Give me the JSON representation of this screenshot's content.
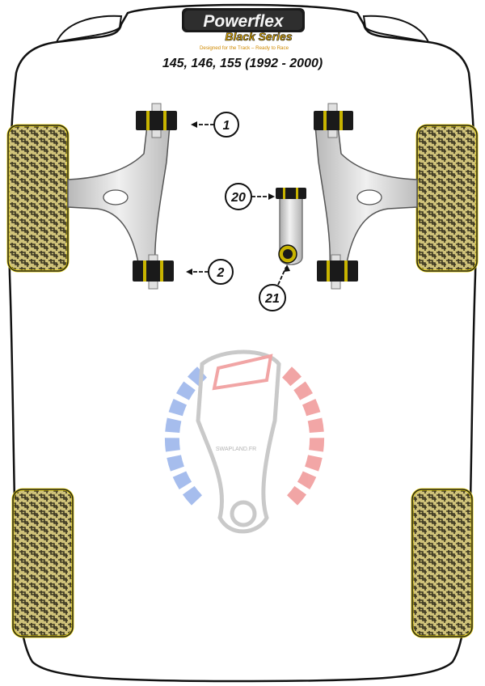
{
  "header": {
    "brand": "Powerflex",
    "series": "Black Series",
    "tagline": "Designed for the Track – Ready to Race",
    "models": "145, 146, 155 (1992 - 2000)"
  },
  "callouts": [
    {
      "id": "callout-1",
      "number": "1"
    },
    {
      "id": "callout-2",
      "number": "2"
    },
    {
      "id": "callout-20",
      "number": "20"
    },
    {
      "id": "callout-21",
      "number": "21"
    }
  ],
  "watermark": {
    "text": "SWAPLAND.FR",
    "colors": {
      "blue": "#3b6fd8",
      "red": "#e23a3a",
      "grey": "#8a8a8a"
    }
  },
  "colors": {
    "tyre_fill": "#cfc27a",
    "tyre_border": "#e8d200",
    "tread": "#3a3520",
    "arm": "#d8d8d8",
    "bush": "#1a1a1a",
    "bush_accent": "#c8b400",
    "body_outline": "#111111"
  },
  "icons": [
    "wishbone-arm-icon",
    "bush-icon",
    "drop-link-icon",
    "tyre-icon",
    "piston-watermark-icon"
  ]
}
